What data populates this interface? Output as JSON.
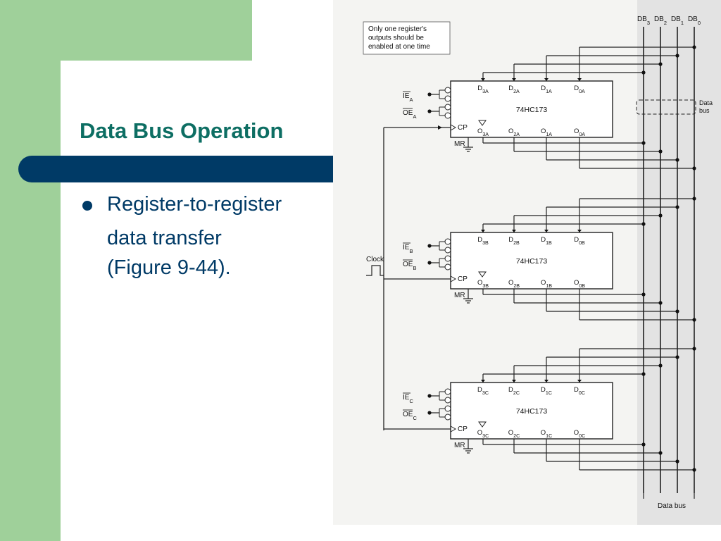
{
  "slide": {
    "title": "Data Bus Operation",
    "bullet_line1": "Register-to-register",
    "bullet_line2": "data transfer",
    "bullet_line3": "(Figure 9-44)."
  },
  "figure": {
    "callout": [
      "Only one register's",
      "outputs should be",
      "enabled at one time"
    ],
    "bus_lines": [
      {
        "base": "DB",
        "sub": "3"
      },
      {
        "base": "DB",
        "sub": "2"
      },
      {
        "base": "DB",
        "sub": "1"
      },
      {
        "base": "DB",
        "sub": "0"
      }
    ],
    "data_bus_side_label": [
      "Data",
      "bus"
    ],
    "data_bus_bottom_label": "Data bus",
    "clock_label": "Clock",
    "chip_name": "74HC173",
    "cp_label": "CP",
    "mr_label": "MR",
    "ie_label": "IE",
    "oe_label": "OE",
    "d_pins": [
      "D",
      "D",
      "D",
      "D"
    ],
    "o_pins": [
      "O",
      "O",
      "O",
      "O"
    ],
    "pin_indices": [
      "3",
      "2",
      "1",
      "0"
    ],
    "registers": [
      {
        "suffix": "A"
      },
      {
        "suffix": "B"
      },
      {
        "suffix": "C"
      }
    ]
  }
}
